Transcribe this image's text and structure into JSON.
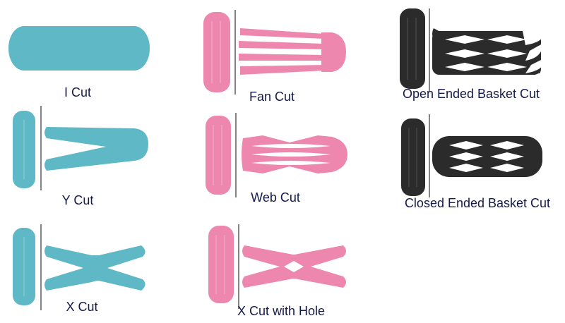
{
  "colors": {
    "teal": "#5fb8c6",
    "pink": "#ee87ae",
    "black": "#2b2b2b",
    "divider": "#333333",
    "label": "#141a4a"
  },
  "cuts": [
    {
      "id": "i-cut",
      "label": "I Cut",
      "color": "teal"
    },
    {
      "id": "y-cut",
      "label": "Y Cut",
      "color": "teal"
    },
    {
      "id": "x-cut",
      "label": "X Cut",
      "color": "teal"
    },
    {
      "id": "fan-cut",
      "label": "Fan Cut",
      "color": "pink"
    },
    {
      "id": "web-cut",
      "label": "Web Cut",
      "color": "pink"
    },
    {
      "id": "x-cut-with-hole",
      "label": "X Cut with Hole",
      "color": "pink"
    },
    {
      "id": "open-ended-basket-cut",
      "label": "Open Ended Basket Cut",
      "color": "black"
    },
    {
      "id": "closed-ended-basket-cut",
      "label": "Closed Ended Basket Cut",
      "color": "black"
    }
  ]
}
